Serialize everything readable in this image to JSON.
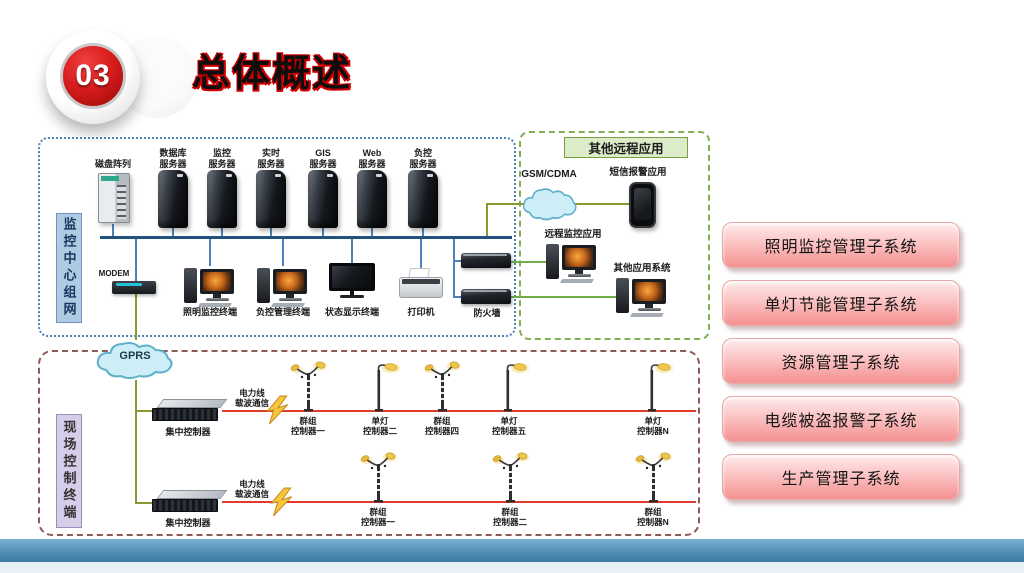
{
  "palette": {
    "accent_red": "#c00000",
    "title_reflection_teal": "#27c6de",
    "bus_blue": "#24527e",
    "link_blue": "#4f81bd",
    "link_olive": "#8a9a33",
    "link_green": "#70ad47",
    "power_line_red": "#e23b2e",
    "subsystem_button_pink": "#f49191",
    "bottom_bar_blue": "#4a86ae"
  },
  "header": {
    "badge_number": "03",
    "title": "总体概述"
  },
  "monitoring_center": {
    "side_label": "监控中心组网",
    "modem_label": "MODEM",
    "servers": [
      {
        "label": "磁盘阵列"
      },
      {
        "label": "数据库\n服务器"
      },
      {
        "label": "监控\n服务器"
      },
      {
        "label": "实时\n服务器"
      },
      {
        "label": "GIS\n服务器"
      },
      {
        "label": "Web\n服务器"
      },
      {
        "label": "负控\n服务器"
      }
    ],
    "terminals": [
      {
        "label": "照明监控终端"
      },
      {
        "label": "负控管理终端"
      },
      {
        "label": "状态显示终端"
      },
      {
        "label": "打印机"
      },
      {
        "label": "防火墙"
      }
    ]
  },
  "remote_apps": {
    "title": "其他远程应用",
    "gsm_label": "GSM/CDMA",
    "sms_label": "短信报警应用",
    "remote_monitor_label": "远程监控应用",
    "other_app_label": "其他应用系统"
  },
  "field_terminal": {
    "side_label": "现场控制终端",
    "gprs_label": "GPRS",
    "rows": [
      {
        "controller_label": "集中控制器",
        "plc_label": "电力线\n载波通信",
        "lights": [
          {
            "label": "群组\n控制器一"
          },
          {
            "label": "单灯\n控制器二"
          },
          {
            "label": "群组\n控制器四"
          },
          {
            "label": "单灯\n控制器五"
          },
          {
            "label": "单灯\n控制器N"
          }
        ]
      },
      {
        "controller_label": "集中控制器",
        "plc_label": "电力线\n载波通信",
        "lights": [
          {
            "label": "群组\n控制器一"
          },
          {
            "label": "群组\n控制器二"
          },
          {
            "label": "群组\n控制器N"
          }
        ]
      }
    ]
  },
  "subsystems": [
    {
      "label": "照明监控管理子系统"
    },
    {
      "label": "单灯节能管理子系统"
    },
    {
      "label": "资源管理子系统"
    },
    {
      "label": "电缆被盗报警子系统"
    },
    {
      "label": "生产管理子系统"
    }
  ]
}
